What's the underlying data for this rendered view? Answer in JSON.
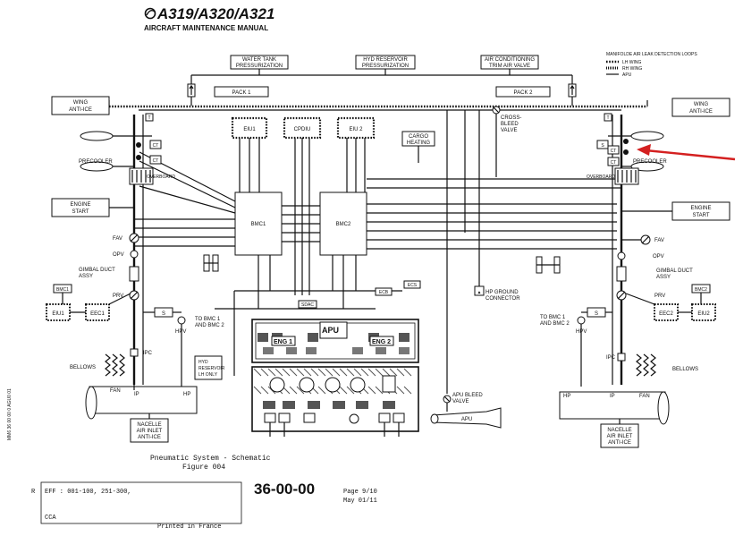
{
  "header": {
    "brand": "A319/A320/A321",
    "subtitle": "AIRCRAFT MAINTENANCE MANUAL"
  },
  "legend": {
    "title": "MANIFOLDE AIR LEAK DETECTION LOOPS",
    "items": [
      "LH WING",
      "RH WING",
      "APU"
    ]
  },
  "labels": {
    "water_tank": [
      "WATER TANK",
      "PRESSURIZATION"
    ],
    "hyd_reservoir": [
      "HYD RESERVOIR",
      "PRESSURIZATION"
    ],
    "air_conditioning": [
      "AIR CONDITIONING",
      "TRIM AIR VALVE"
    ],
    "pack1": "PACK 1",
    "pack2": "PACK 2",
    "wing_anti_ice": [
      "WING",
      "ANTI-ICE"
    ],
    "eiu1": "EIU1",
    "cpdiu": "CPDIU",
    "eiu2": "EIU 2",
    "cargo_heating": [
      "CARGO",
      "HEATING"
    ],
    "cross_bleed": [
      "CROSS-",
      "BLEED",
      "VALVE"
    ],
    "precooler": "PRECOOLER",
    "overboard": "OVERBOARD",
    "engine_start": [
      "ENGINE",
      "START"
    ],
    "bmc1": "BMC1",
    "bmc2": "BMC2",
    "fav": "FAV",
    "opv": "OPV",
    "gimbal": [
      "GIMBAL DUCT",
      "ASSY"
    ],
    "prv": "PRV",
    "ecb": "ECB",
    "ecs": "ECS",
    "sdac": "SDAC",
    "hp_ground": [
      "HP GROUND",
      "CONNECTOR"
    ],
    "eec1": "EEC1",
    "eec2": "EEC2",
    "eiu1_small": "EIU1",
    "eiu2_small": "EIU2",
    "bmc1_small": "BMC1",
    "bmc2_small": "BMC2",
    "to_bmc": [
      "TO BMC 1",
      "AND BMC 2"
    ],
    "hpv": "HPV",
    "ipc": "IPC",
    "bellows": "BELLOWS",
    "hyd_lh": [
      "HYD",
      "RESERVOIR",
      "LH ONLY"
    ],
    "fan": "FAN",
    "ip": "IP",
    "hp": "HP",
    "nacelle": [
      "NACELLE",
      "AIR INLET",
      "ANTI-ICE"
    ],
    "apu_bleed": [
      "APU BLEED",
      "VALVE"
    ],
    "apu": "APU",
    "apu_panel": "APU",
    "eng1": "ENG 1",
    "eng2": "ENG 2",
    "side_code": "MM6 36 00 00 0 AGU0 01",
    "s_box": "S",
    "t_box": "T",
    "ct": "CT"
  },
  "caption": {
    "line1": "Pneumatic System - Schematic",
    "line2": "Figure 004"
  },
  "footer": {
    "rev_mark": "R",
    "eff": "EFF :     001-100, 251-300,",
    "chapter": "36-00-00",
    "page": "Page 9/10",
    "date": "May 01/11",
    "cca": "CCA",
    "printed": "Printed in France"
  },
  "colors": {
    "ink": "#111111",
    "arrow": "#d42020",
    "panel_shading": "#555555"
  }
}
